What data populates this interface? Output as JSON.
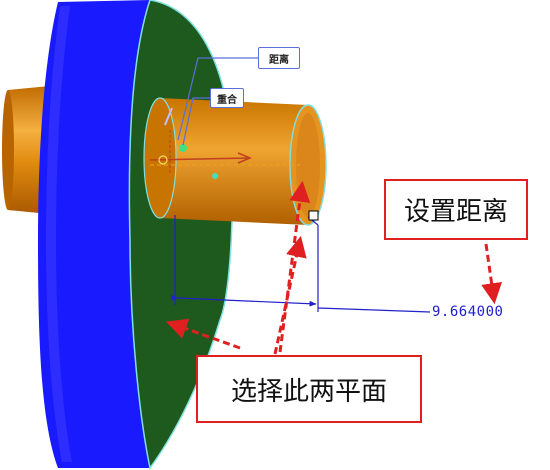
{
  "labels": {
    "distance_tag": "距离",
    "coincident_tag": "重合",
    "set_distance_callout": "设置距离",
    "select_planes_callout": "选择此两平面",
    "dimension_value": "9.664000"
  },
  "colors": {
    "flange_side": "#1a1aff",
    "flange_face": "#1e5a1e",
    "shaft": "#e08a10",
    "shaft_highlight": "#f5b040",
    "dimension_line": "#2020cc",
    "callout_border": "#e02020",
    "arrow": "#e02020"
  }
}
